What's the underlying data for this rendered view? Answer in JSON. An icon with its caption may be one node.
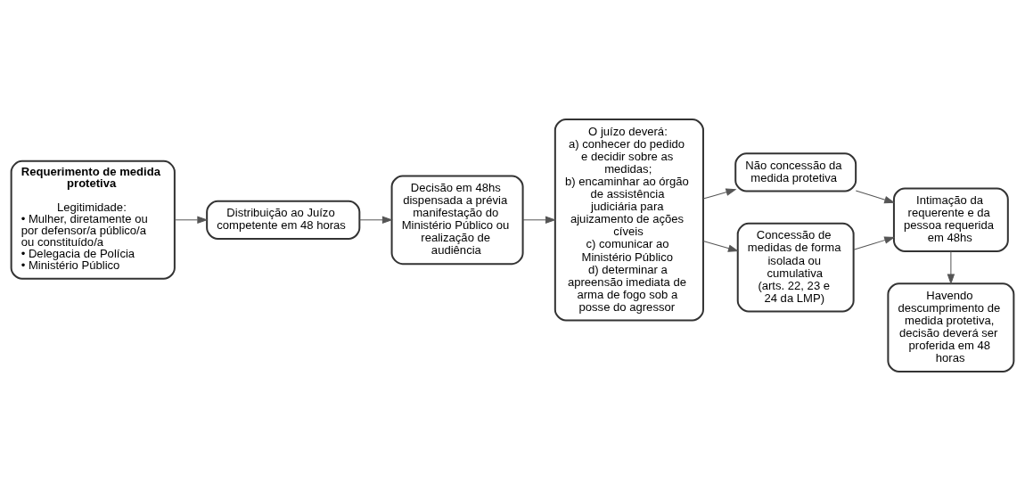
{
  "diagram": {
    "nodes": [
      {
        "text": [
          "Requerimento de medida protetiva",
          "Legitimidade:",
          "• Mulher, diretamente ou por defensor/a público/a ou constituído/a",
          "• Delegacia de Polícia",
          "• Ministério Público"
        ]
      },
      {
        "text": [
          "Distribuição ao Juízo competente em 48 horas"
        ]
      },
      {
        "text": [
          "Decisão em 48hs dispensada a prévia manifestação do Ministério Público ou realização de audiência"
        ]
      },
      {
        "text": [
          "O juízo deverá:",
          "a) conhecer do pedido e decidir sobre as medidas;",
          "b) encaminhar ao órgão de assistência judiciária para ajuizamento de ações cíveis",
          "c) comunicar ao Ministério Público",
          "d) determinar a apreensão imediata de arma de fogo sob a posse do agressor"
        ]
      },
      {
        "text": [
          "Não concessão da medida protetiva"
        ]
      },
      {
        "text": [
          "Concessão de medidas de forma isolada ou cumulativa (arts. 22, 23 e 24 da LMP)"
        ]
      },
      {
        "text": [
          "Intimação da requerente e da pessoa requerida em 48hs"
        ]
      },
      {
        "text": [
          "Havendo descumprimento de medida protetiva, decisão deverá ser proferida em 48 horas"
        ]
      }
    ],
    "edges": [
      {
        "from": 0,
        "to": 1,
        "arrow": "to"
      },
      {
        "from": 1,
        "to": 2,
        "arrow": "to"
      },
      {
        "from": 2,
        "to": 3,
        "arrow": "to"
      },
      {
        "from": 3,
        "to": 4,
        "arrow": "to"
      },
      {
        "from": 3,
        "to": 5,
        "arrow": "to"
      },
      {
        "from": 4,
        "to": 6,
        "arrow": "to"
      },
      {
        "from": 5,
        "to": 6,
        "arrow": "to"
      },
      {
        "from": 6,
        "to": 7,
        "arrow": "to"
      }
    ]
  }
}
